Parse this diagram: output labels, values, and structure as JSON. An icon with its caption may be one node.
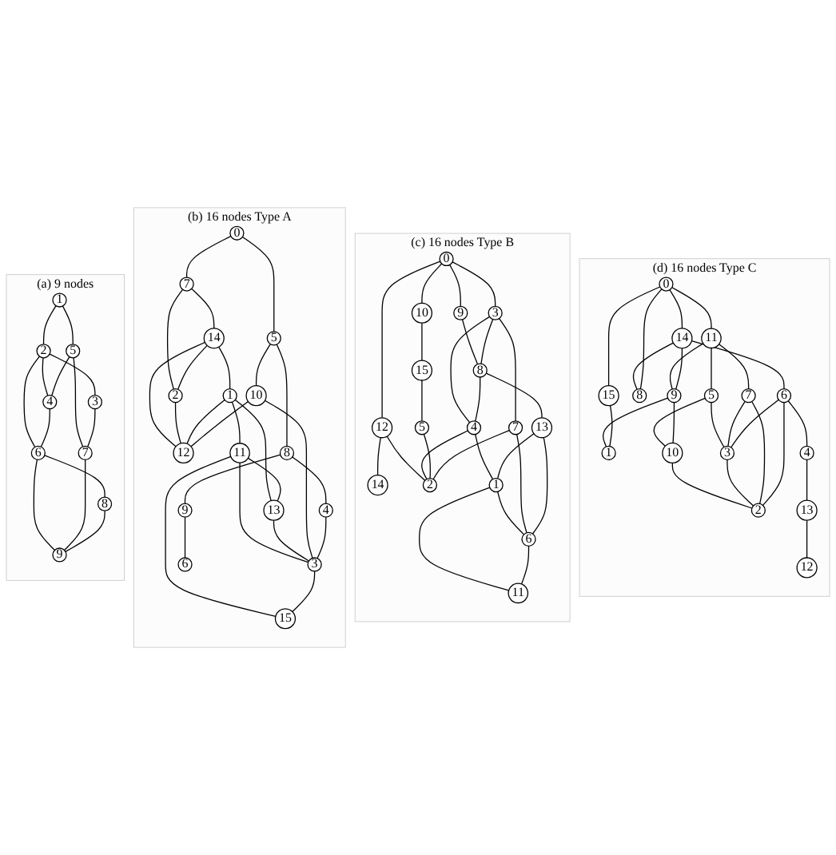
{
  "diagram": {
    "nodes": [
      {
        "text": [
          "(a) 9 nodes"
        ]
      },
      {
        "text": [
          "1"
        ],
        "in": 0
      },
      {
        "text": [
          "2"
        ],
        "in": 0
      },
      {
        "text": [
          "3"
        ],
        "in": 0
      },
      {
        "text": [
          "4"
        ],
        "in": 0
      },
      {
        "text": [
          "5"
        ],
        "in": 0
      },
      {
        "text": [
          "6"
        ],
        "in": 0
      },
      {
        "text": [
          "7"
        ],
        "in": 0
      },
      {
        "text": [
          "8"
        ],
        "in": 0
      },
      {
        "text": [
          "9"
        ],
        "in": 0
      },
      {
        "text": [
          "(b) 16 nodes Type A"
        ]
      },
      {
        "text": [
          "0"
        ],
        "in": 10
      },
      {
        "text": [
          "1"
        ],
        "in": 10
      },
      {
        "text": [
          "2"
        ],
        "in": 10
      },
      {
        "text": [
          "3"
        ],
        "in": 10
      },
      {
        "text": [
          "4"
        ],
        "in": 10
      },
      {
        "text": [
          "5"
        ],
        "in": 10
      },
      {
        "text": [
          "6"
        ],
        "in": 10
      },
      {
        "text": [
          "7"
        ],
        "in": 10
      },
      {
        "text": [
          "8"
        ],
        "in": 10
      },
      {
        "text": [
          "9"
        ],
        "in": 10
      },
      {
        "text": [
          "10"
        ],
        "in": 10
      },
      {
        "text": [
          "11"
        ],
        "in": 10
      },
      {
        "text": [
          "12"
        ],
        "in": 10
      },
      {
        "text": [
          "13"
        ],
        "in": 10
      },
      {
        "text": [
          "14"
        ],
        "in": 10
      },
      {
        "text": [
          "15"
        ],
        "in": 10
      },
      {
        "text": [
          "(c) 16 nodes Type B"
        ]
      },
      {
        "text": [
          "0"
        ],
        "in": 27
      },
      {
        "text": [
          "1"
        ],
        "in": 27
      },
      {
        "text": [
          "2"
        ],
        "in": 27
      },
      {
        "text": [
          "3"
        ],
        "in": 27
      },
      {
        "text": [
          "4"
        ],
        "in": 27
      },
      {
        "text": [
          "5"
        ],
        "in": 27
      },
      {
        "text": [
          "6"
        ],
        "in": 27
      },
      {
        "text": [
          "7"
        ],
        "in": 27
      },
      {
        "text": [
          "8"
        ],
        "in": 27
      },
      {
        "text": [
          "9"
        ],
        "in": 27
      },
      {
        "text": [
          "10"
        ],
        "in": 27
      },
      {
        "text": [
          "11"
        ],
        "in": 27
      },
      {
        "text": [
          "12"
        ],
        "in": 27
      },
      {
        "text": [
          "13"
        ],
        "in": 27
      },
      {
        "text": [
          "14"
        ],
        "in": 27
      },
      {
        "text": [
          "15"
        ],
        "in": 27
      },
      {
        "text": [
          "(d) 16 nodes Type C"
        ]
      },
      {
        "text": [
          "0"
        ],
        "in": 44
      },
      {
        "text": [
          "1"
        ],
        "in": 44
      },
      {
        "text": [
          "2"
        ],
        "in": 44
      },
      {
        "text": [
          "3"
        ],
        "in": 44
      },
      {
        "text": [
          "4"
        ],
        "in": 44
      },
      {
        "text": [
          "5"
        ],
        "in": 44
      },
      {
        "text": [
          "6"
        ],
        "in": 44
      },
      {
        "text": [
          "7"
        ],
        "in": 44
      },
      {
        "text": [
          "8"
        ],
        "in": 44
      },
      {
        "text": [
          "9"
        ],
        "in": 44
      },
      {
        "text": [
          "10"
        ],
        "in": 44
      },
      {
        "text": [
          "11"
        ],
        "in": 44
      },
      {
        "text": [
          "12"
        ],
        "in": 44
      },
      {
        "text": [
          "13"
        ],
        "in": 44
      },
      {
        "text": [
          "14"
        ],
        "in": 44
      },
      {
        "text": [
          "15"
        ],
        "in": 44
      }
    ],
    "edges": [
      {
        "from": 1,
        "to": 2,
        "arrow": "none"
      },
      {
        "from": 1,
        "to": 5,
        "arrow": "none"
      },
      {
        "from": 2,
        "to": 3,
        "arrow": "none"
      },
      {
        "from": 2,
        "to": 4,
        "arrow": "none"
      },
      {
        "from": 2,
        "to": 6,
        "arrow": "none"
      },
      {
        "from": 5,
        "to": 4,
        "arrow": "none"
      },
      {
        "from": 5,
        "to": 7,
        "arrow": "none"
      },
      {
        "from": 4,
        "to": 6,
        "arrow": "none"
      },
      {
        "from": 3,
        "to": 7,
        "arrow": "none"
      },
      {
        "from": 6,
        "to": 8,
        "arrow": "none"
      },
      {
        "from": 6,
        "to": 9,
        "arrow": "none"
      },
      {
        "from": 7,
        "to": 9,
        "arrow": "none"
      },
      {
        "from": 8,
        "to": 9,
        "arrow": "none"
      },
      {
        "from": 11,
        "to": 18,
        "arrow": "none"
      },
      {
        "from": 11,
        "to": 16,
        "arrow": "none"
      },
      {
        "from": 18,
        "to": 25,
        "arrow": "none"
      },
      {
        "from": 18,
        "to": 13,
        "arrow": "none"
      },
      {
        "from": 25,
        "to": 13,
        "arrow": "none"
      },
      {
        "from": 25,
        "to": 23,
        "arrow": "none"
      },
      {
        "from": 25,
        "to": 12,
        "arrow": "none"
      },
      {
        "from": 13,
        "to": 23,
        "arrow": "none"
      },
      {
        "from": 12,
        "to": 23,
        "arrow": "none"
      },
      {
        "from": 12,
        "to": 22,
        "arrow": "none"
      },
      {
        "from": 12,
        "to": 24,
        "arrow": "none"
      },
      {
        "from": 22,
        "to": 24,
        "arrow": "none"
      },
      {
        "from": 22,
        "to": 14,
        "arrow": "none"
      },
      {
        "from": 24,
        "to": 14,
        "arrow": "none"
      },
      {
        "from": 22,
        "to": 26,
        "arrow": "none"
      },
      {
        "from": 16,
        "to": 19,
        "arrow": "none"
      },
      {
        "from": 16,
        "to": 21,
        "arrow": "none"
      },
      {
        "from": 19,
        "to": 20,
        "arrow": "none"
      },
      {
        "from": 19,
        "to": 15,
        "arrow": "none"
      },
      {
        "from": 21,
        "to": 23,
        "arrow": "none"
      },
      {
        "from": 21,
        "to": 14,
        "arrow": "none"
      },
      {
        "from": 15,
        "to": 14,
        "arrow": "none"
      },
      {
        "from": 20,
        "to": 17,
        "arrow": "none"
      },
      {
        "from": 14,
        "to": 26,
        "arrow": "none"
      },
      {
        "from": 28,
        "to": 37,
        "arrow": "none"
      },
      {
        "from": 28,
        "to": 38,
        "arrow": "none"
      },
      {
        "from": 28,
        "to": 31,
        "arrow": "none"
      },
      {
        "from": 28,
        "to": 40,
        "arrow": "none"
      },
      {
        "from": 37,
        "to": 36,
        "arrow": "none"
      },
      {
        "from": 38,
        "to": 43,
        "arrow": "none"
      },
      {
        "from": 31,
        "to": 36,
        "arrow": "none"
      },
      {
        "from": 31,
        "to": 32,
        "arrow": "none"
      },
      {
        "from": 31,
        "to": 35,
        "arrow": "none"
      },
      {
        "from": 40,
        "to": 42,
        "arrow": "none"
      },
      {
        "from": 40,
        "to": 30,
        "arrow": "none"
      },
      {
        "from": 36,
        "to": 41,
        "arrow": "none"
      },
      {
        "from": 36,
        "to": 32,
        "arrow": "none"
      },
      {
        "from": 32,
        "to": 30,
        "arrow": "none"
      },
      {
        "from": 33,
        "to": 30,
        "arrow": "none"
      },
      {
        "from": 35,
        "to": 30,
        "arrow": "none"
      },
      {
        "from": 43,
        "to": 33,
        "arrow": "none"
      },
      {
        "from": 32,
        "to": 29,
        "arrow": "none"
      },
      {
        "from": 29,
        "to": 34,
        "arrow": "none"
      },
      {
        "from": 35,
        "to": 34,
        "arrow": "none"
      },
      {
        "from": 41,
        "to": 29,
        "arrow": "none"
      },
      {
        "from": 41,
        "to": 34,
        "arrow": "none"
      },
      {
        "from": 29,
        "to": 39,
        "arrow": "none"
      },
      {
        "from": 34,
        "to": 39,
        "arrow": "none"
      },
      {
        "from": 45,
        "to": 59,
        "arrow": "none"
      },
      {
        "from": 45,
        "to": 56,
        "arrow": "none"
      },
      {
        "from": 45,
        "to": 60,
        "arrow": "none"
      },
      {
        "from": 45,
        "to": 53,
        "arrow": "none"
      },
      {
        "from": 59,
        "to": 53,
        "arrow": "none"
      },
      {
        "from": 59,
        "to": 54,
        "arrow": "none"
      },
      {
        "from": 59,
        "to": 51,
        "arrow": "none"
      },
      {
        "from": 56,
        "to": 54,
        "arrow": "none"
      },
      {
        "from": 56,
        "to": 52,
        "arrow": "none"
      },
      {
        "from": 56,
        "to": 50,
        "arrow": "none"
      },
      {
        "from": 60,
        "to": 46,
        "arrow": "none"
      },
      {
        "from": 54,
        "to": 55,
        "arrow": "none"
      },
      {
        "from": 54,
        "to": 46,
        "arrow": "none"
      },
      {
        "from": 51,
        "to": 49,
        "arrow": "none"
      },
      {
        "from": 51,
        "to": 48,
        "arrow": "none"
      },
      {
        "from": 51,
        "to": 47,
        "arrow": "none"
      },
      {
        "from": 52,
        "to": 48,
        "arrow": "none"
      },
      {
        "from": 52,
        "to": 47,
        "arrow": "none"
      },
      {
        "from": 50,
        "to": 48,
        "arrow": "none"
      },
      {
        "from": 50,
        "to": 55,
        "arrow": "none"
      },
      {
        "from": 48,
        "to": 47,
        "arrow": "none"
      },
      {
        "from": 55,
        "to": 47,
        "arrow": "none"
      },
      {
        "from": 49,
        "to": 58,
        "arrow": "none"
      },
      {
        "from": 58,
        "to": 57,
        "arrow": "none"
      }
    ]
  }
}
